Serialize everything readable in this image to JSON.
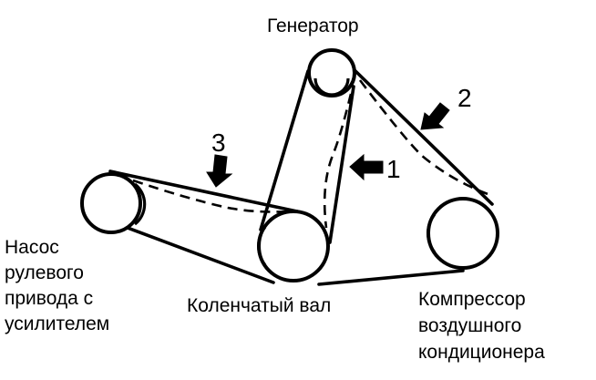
{
  "labels": {
    "generator": "Генератор",
    "pump": [
      "Насос",
      "рулевого",
      "привода с",
      "усилителем"
    ],
    "crankshaft": "Коленчатый вал",
    "compressor": [
      "Компрессор",
      "воздушного",
      "кондиционера"
    ]
  },
  "callouts": [
    "1",
    "2",
    "3"
  ]
}
